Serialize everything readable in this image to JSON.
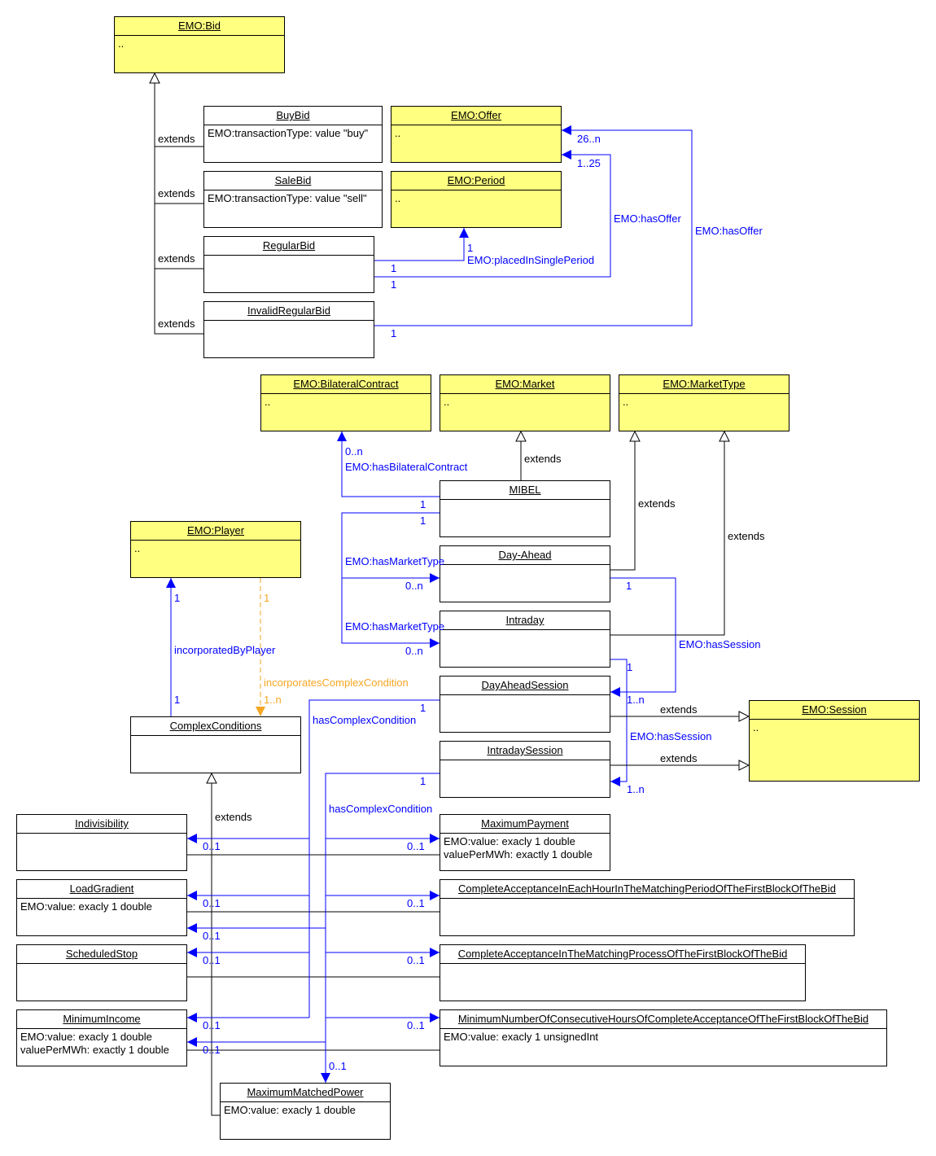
{
  "colors": {
    "external_fill": "#ffff80",
    "association": "#0000ff",
    "dependency": "#f5a623",
    "generalization": "#000000"
  },
  "classes": {
    "emo_bid": {
      "name": "EMO:Bid",
      "attrs": [
        ".."
      ]
    },
    "buybid": {
      "name": "BuyBid",
      "attrs": [
        "EMO:transactionType: value \"buy\""
      ]
    },
    "salebid": {
      "name": "SaleBid",
      "attrs": [
        "EMO:transactionType: value \"sell\""
      ]
    },
    "regularbid": {
      "name": "RegularBid",
      "attrs": []
    },
    "invalidregularbid": {
      "name": "InvalidRegularBid",
      "attrs": []
    },
    "emo_offer": {
      "name": "EMO:Offer",
      "attrs": [
        ".."
      ]
    },
    "emo_period": {
      "name": "EMO:Period",
      "attrs": [
        ".."
      ]
    },
    "emo_bilateralcontract": {
      "name": "EMO:BilateralContract",
      "attrs": [
        ".."
      ]
    },
    "emo_market": {
      "name": "EMO:Market",
      "attrs": [
        ".."
      ]
    },
    "emo_markettype": {
      "name": "EMO:MarketType",
      "attrs": [
        ".."
      ]
    },
    "mibel": {
      "name": "MIBEL",
      "attrs": []
    },
    "dayahead": {
      "name": "Day-Ahead",
      "attrs": []
    },
    "intraday": {
      "name": "Intraday",
      "attrs": []
    },
    "dayaheadsession": {
      "name": "DayAheadSession",
      "attrs": []
    },
    "intradaysession": {
      "name": "IntradaySession",
      "attrs": []
    },
    "emo_session": {
      "name": "EMO:Session",
      "attrs": [
        ".."
      ]
    },
    "emo_player": {
      "name": "EMO:Player",
      "attrs": [
        ".."
      ]
    },
    "complexconditions": {
      "name": "ComplexConditions",
      "attrs": []
    },
    "indivisibility": {
      "name": "Indivisibility",
      "attrs": []
    },
    "loadgradient": {
      "name": "LoadGradient",
      "attrs": [
        "EMO:value: exacly 1 double"
      ]
    },
    "scheduledstop": {
      "name": "ScheduledStop",
      "attrs": []
    },
    "minimumincome": {
      "name": "MinimumIncome",
      "attrs": [
        "EMO:value: exacly 1 double",
        "valuePerMWh: exactly 1 double"
      ]
    },
    "maximummatchedpower": {
      "name": "MaximumMatchedPower",
      "attrs": [
        "EMO:value: exacly 1 double"
      ]
    },
    "maximumpayment": {
      "name": "MaximumPayment",
      "attrs": [
        "EMO:value: exacly 1 double",
        "valuePerMWh: exactly 1 double"
      ]
    },
    "completeacceptanceeachhour": {
      "name": "CompleteAcceptanceInEachHourInTheMatchingPeriodOfTheFirstBlockOfTheBid",
      "attrs": []
    },
    "completeacceptancematching": {
      "name": "CompleteAcceptanceInTheMatchingProcessOfTheFirstBlockOfTheBid",
      "attrs": []
    },
    "minconsecutivehours": {
      "name": "MinimumNumberOfConsecutiveHoursOfCompleteAcceptanceOfTheFirstBlockOfTheBid",
      "attrs": [
        "EMO:value: exacly 1 unsignedInt"
      ]
    }
  },
  "labels": {
    "extends": "extends",
    "hasOffer": "EMO:hasOffer",
    "placedInSinglePeriod": "EMO:placedInSinglePeriod",
    "hasBilateralContract": "EMO:hasBilateralContract",
    "hasMarketType": "EMO:hasMarketType",
    "hasSession": "EMO:hasSession",
    "incorporatedByPlayer": "incorporatedByPlayer",
    "incorporatesComplexCondition": "incorporatesComplexCondition",
    "hasComplexCondition": "hasComplexCondition",
    "m_1": "1",
    "m_0n": "0..n",
    "m_1n": "1..n",
    "m_01": "0..1",
    "m_26n": "26..n",
    "m_125": "1..25"
  }
}
